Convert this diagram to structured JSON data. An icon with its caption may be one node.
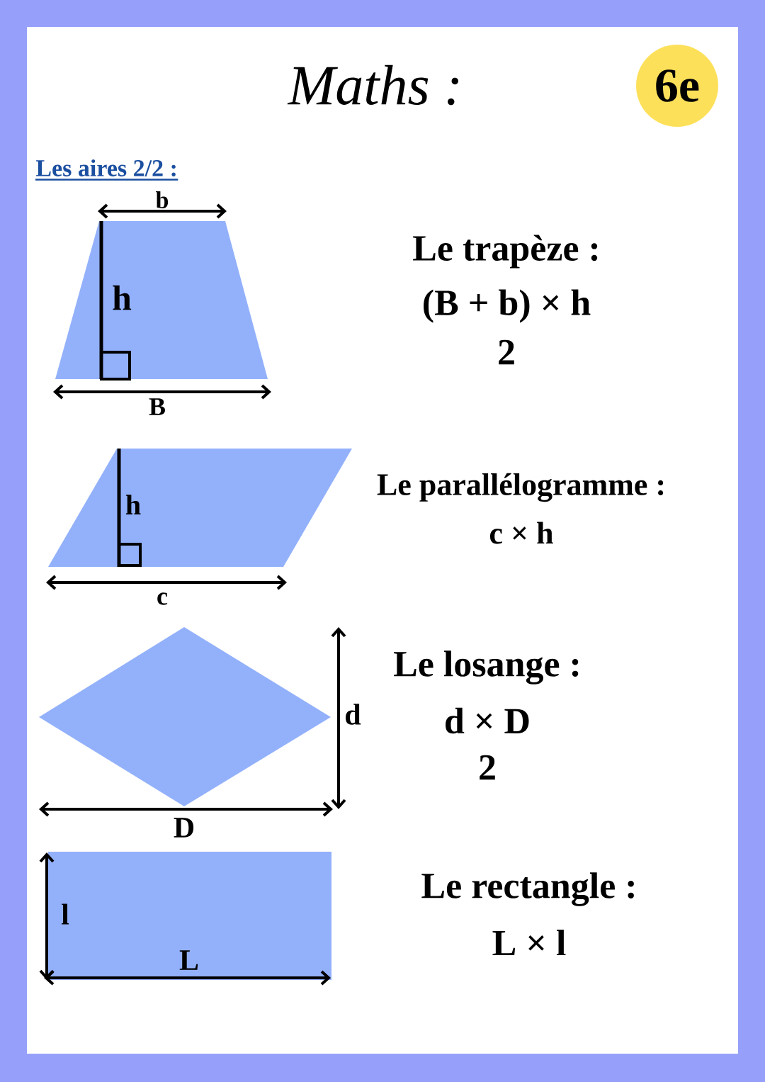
{
  "diagram": {
    "title": "Maths :",
    "nodes": [
      {
        "text": [
          "6e"
        ]
      },
      {
        "text": [
          "h"
        ],
        "beside": [
          "b",
          "B"
        ]
      },
      {
        "text": [
          "h"
        ],
        "beside": [
          "c"
        ]
      },
      {
        "text": [],
        "shape": "diamond",
        "beside": [
          "d",
          "D"
        ]
      },
      {
        "text": [
          "l",
          "L"
        ]
      }
    ],
    "labels": [
      "Les aires 2/2 :",
      "Le trapèze :",
      "(B + b) × h",
      "2",
      "Le parallélogramme :",
      "c × h",
      "Le losange :",
      "d × D",
      "2",
      "Le rectangle :",
      "L × l"
    ]
  }
}
